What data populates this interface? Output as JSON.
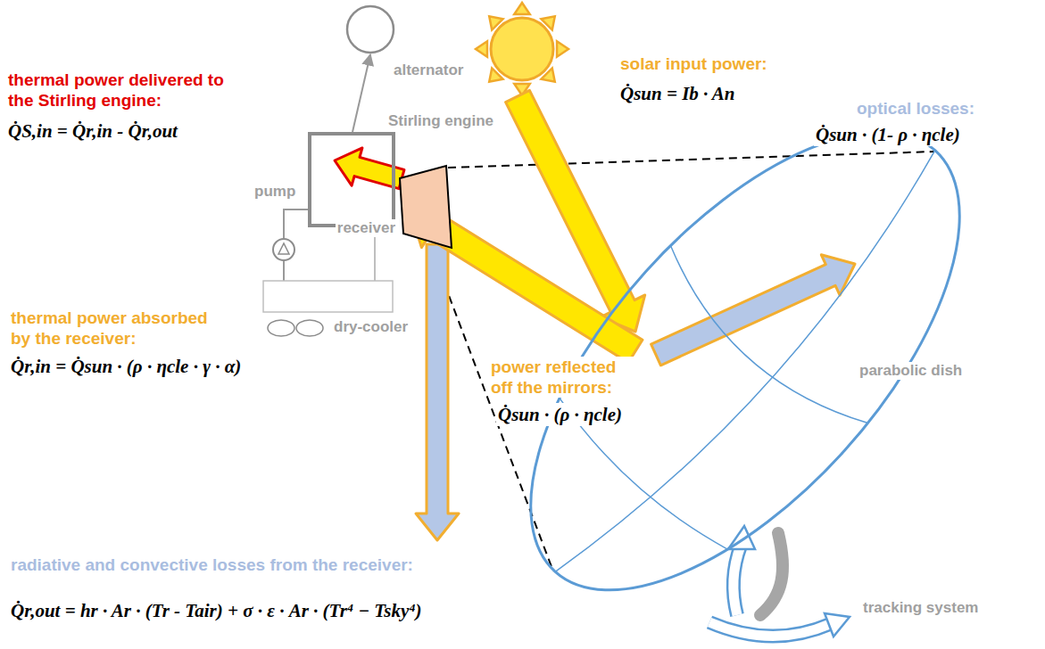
{
  "diagram": {
    "nodes": [
      {
        "text": [
          "alternator"
        ]
      },
      {
        "text": [
          "Stirling engine"
        ]
      },
      {
        "text": [
          "pump"
        ]
      },
      {
        "text": [
          "receiver"
        ]
      },
      {
        "text": [
          "dry-cooler"
        ]
      },
      {
        "text": [
          "parabolic dish"
        ]
      }
    ],
    "edges": [
      {
        "from": 1,
        "to": 0,
        "arrow": "to"
      },
      {
        "from": 3,
        "to": 1,
        "arrow": "to"
      },
      {
        "from": 5,
        "to": 3,
        "arrow": "to"
      },
      {
        "from": 2,
        "to": 1,
        "arrow": "none"
      },
      {
        "from": 2,
        "to": 4,
        "arrow": "none"
      }
    ],
    "labels": [
      "thermal power delivered to the Stirling engine:",
      "Q̇S,in = Q̇r,in - Q̇r,out",
      "solar input power:",
      "Q̇sun = Ib · An",
      "optical losses:",
      "Q̇sun · (1- ρ · ηcle)",
      "thermal power absorbed by the receiver:",
      "Q̇r,in = Q̇sun · (ρ · ηcle · γ · α)",
      "power reflected off the mirrors:",
      "Q̇sun · (ρ · ηcle)",
      "radiative and convective losses from the receiver:",
      "Q̇r,out = hr · Ar · (Tr - Tair) + σ · ε · Ar · (Tr⁴ − Tsky⁴)",
      "tracking system"
    ]
  }
}
